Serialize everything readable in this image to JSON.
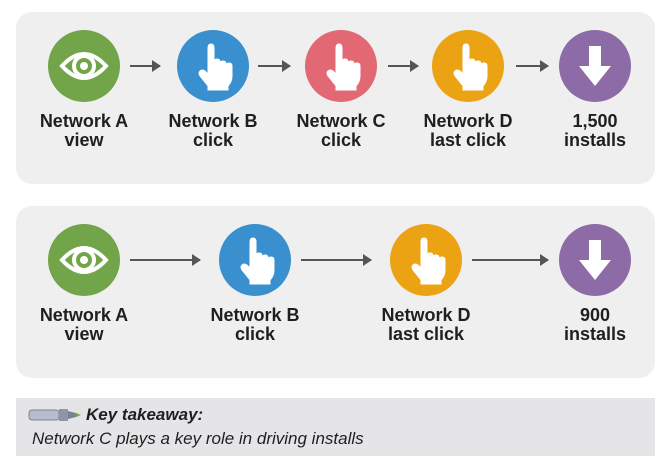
{
  "colors": {
    "view": "#72a54a",
    "network_b": "#3a8fce",
    "network_c": "#e26874",
    "network_d": "#eba314",
    "installs": "#8d6ba6",
    "panel_bg": "#efefef",
    "takeaway_bg": "#e5e5e8"
  },
  "flow1": {
    "steps": [
      {
        "icon": "eye-icon",
        "line1": "Network A",
        "line2": "view"
      },
      {
        "icon": "hand-pointer-icon",
        "line1": "Network B",
        "line2": "click"
      },
      {
        "icon": "hand-pointer-icon",
        "line1": "Network C",
        "line2": "click"
      },
      {
        "icon": "hand-pointer-icon",
        "line1": "Network D",
        "line2": "last click"
      },
      {
        "icon": "download-arrow-icon",
        "line1": "1,500",
        "line2": "installs"
      }
    ]
  },
  "flow2": {
    "steps": [
      {
        "icon": "eye-icon",
        "line1": "Network A",
        "line2": "view"
      },
      {
        "icon": "hand-pointer-icon",
        "line1": "Network B",
        "line2": "click"
      },
      {
        "icon": "hand-pointer-icon",
        "line1": "Network D",
        "line2": "last click"
      },
      {
        "icon": "download-arrow-icon",
        "line1": "900",
        "line2": "installs"
      }
    ]
  },
  "takeaway": {
    "icon": "marker-pen-icon",
    "title": "Key takeaway:",
    "text": "Network C plays a key role in driving installs"
  }
}
